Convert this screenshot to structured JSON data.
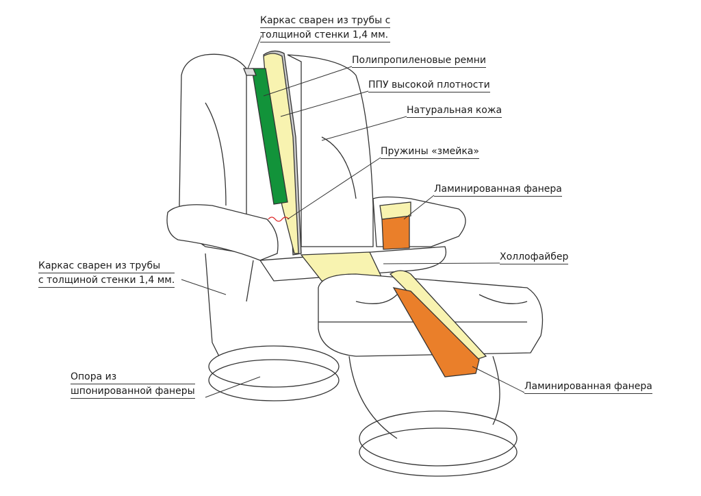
{
  "labels": {
    "frame_top": [
      "Каркас сварен из трубы с",
      "толщиной стенки 1,4 мм."
    ],
    "straps": "Полипропиленовые ремни",
    "foam": "ППУ высокой плотности",
    "leather": "Натуральная кожа",
    "springs": "Пружины «змейка»",
    "plywood_arm": "Ламинированная фанера",
    "hollofiber": "Холлофайбер",
    "frame_left": [
      "Каркас сварен из трубы",
      "с толщиной стенки 1,4 мм."
    ],
    "base": [
      "Опора из",
      "шпонированной фанеры"
    ],
    "plywood_ottoman": "Ламинированная фанера"
  },
  "colors": {
    "straps": "#12933a",
    "foam": "#f8f3b0",
    "plywood": "#ea7f2a",
    "outline": "#333333"
  }
}
